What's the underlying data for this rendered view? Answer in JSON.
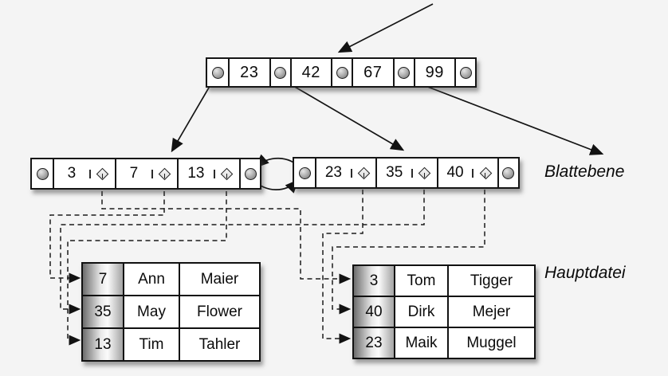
{
  "diagram": {
    "labels": {
      "leaf_level": "Blattebene",
      "main_file": "Hauptdatei"
    },
    "root_node": {
      "keys": [
        "23",
        "42",
        "67",
        "99"
      ]
    },
    "leaf_nodes": [
      {
        "keys": [
          "3",
          "7",
          "13"
        ]
      },
      {
        "keys": [
          "23",
          "35",
          "40"
        ]
      }
    ],
    "main_file_tables": [
      {
        "rows": [
          {
            "key": "7",
            "first_name": "Ann",
            "last_name": "Maier"
          },
          {
            "key": "35",
            "first_name": "May",
            "last_name": "Flower"
          },
          {
            "key": "13",
            "first_name": "Tim",
            "last_name": "Tahler"
          }
        ]
      },
      {
        "rows": [
          {
            "key": "3",
            "first_name": "Tom",
            "last_name": "Tigger"
          },
          {
            "key": "40",
            "first_name": "Dirk",
            "last_name": "Mejer"
          },
          {
            "key": "23",
            "first_name": "Maik",
            "last_name": "Muggel"
          }
        ]
      }
    ],
    "icons": {
      "node_pointer": "filled-gradient-circle",
      "record_reference": "diamond-outline"
    },
    "colors": {
      "background": "#f4f4f4",
      "line": "#141414",
      "cell_fill": "#ffffff"
    }
  }
}
